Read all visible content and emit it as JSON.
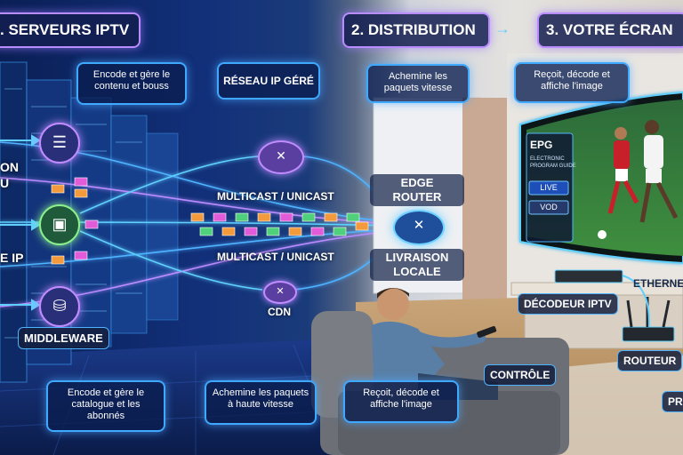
{
  "headers": {
    "servers": ". SERVEURS IPTV",
    "distribution": "2. DISTRIBUTION",
    "screen": "3. VOTRE ÉCRAN"
  },
  "callouts": {
    "top_encode": "Encode et gère le contenu et bouss",
    "reseau": "RÉSEAU IP GÉRÉ",
    "top_achemine": "Achemine les paquets vitesse",
    "top_recoit": "Reçoit, décode et affiche l'image",
    "bottom_encode": "Encode et gère le catalogue et les abonnés",
    "bottom_achemine": "Achemine les paquets à haute vitesse",
    "bottom_recoit": "Reçoit, décode et affiche l'image"
  },
  "labels": {
    "left_top_a": "ON",
    "left_top_b": "U",
    "left_mid": "E IP",
    "middleware": "MIDDLEWARE",
    "multicast_top": "MULTICAST / UNICAST",
    "multicast_bottom": "MULTICAST / UNICAST",
    "cdn": "CDN",
    "edge_router_1": "EDGE",
    "edge_router_2": "ROUTER",
    "livraison_1": "LIVRAISON",
    "livraison_2": "LOCALE",
    "decodeur": "DÉCODEUR IPTV",
    "ethernet": "ETHERNE",
    "routeur": "ROUTEUR",
    "controle": "CONTRÔLE",
    "pr": "PR"
  },
  "tv": {
    "epg_title": "EPG",
    "epg_sub_1": "ELECTRONIC",
    "epg_sub_2": "PROGRAM GUIDE",
    "live": "LIVE",
    "vod": "VOD"
  },
  "colors": {
    "accent_blue": "#3fa9ff",
    "accent_purple": "#b98cff",
    "packet_orange": "#f39a3c",
    "packet_green": "#4fd07a",
    "packet_pink": "#e25bd8"
  }
}
